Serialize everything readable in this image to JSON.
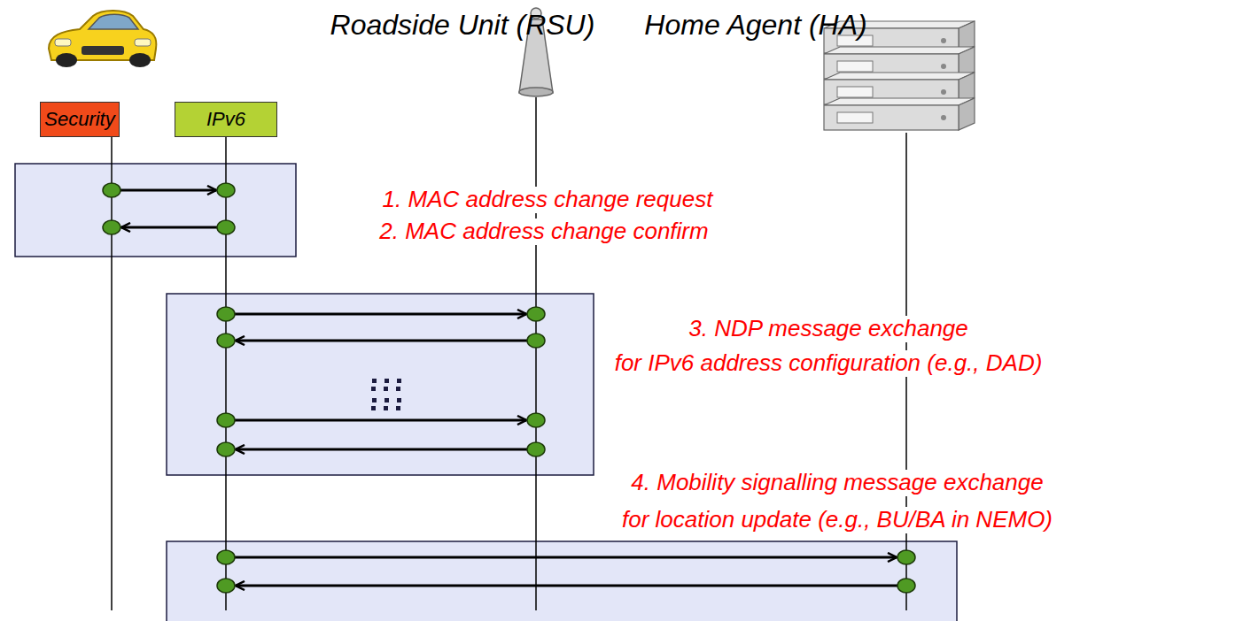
{
  "diagram": {
    "nodes": [
      {
        "text": [
          "Security"
        ]
      },
      {
        "text": [
          "IPv6"
        ]
      },
      {
        "text": [
          "Roadside Unit (RSU)"
        ]
      },
      {
        "text": [
          "Home Agent (HA)"
        ]
      }
    ],
    "labels": [
      "1. MAC address change request",
      "2. MAC address change confirm",
      "3. NDP message exchange",
      "for IPv6 address configuration (e.g., DAD)",
      "4. Mobility signalling message exchange",
      "for location update (e.g., BU/BA in NEMO)"
    ]
  }
}
